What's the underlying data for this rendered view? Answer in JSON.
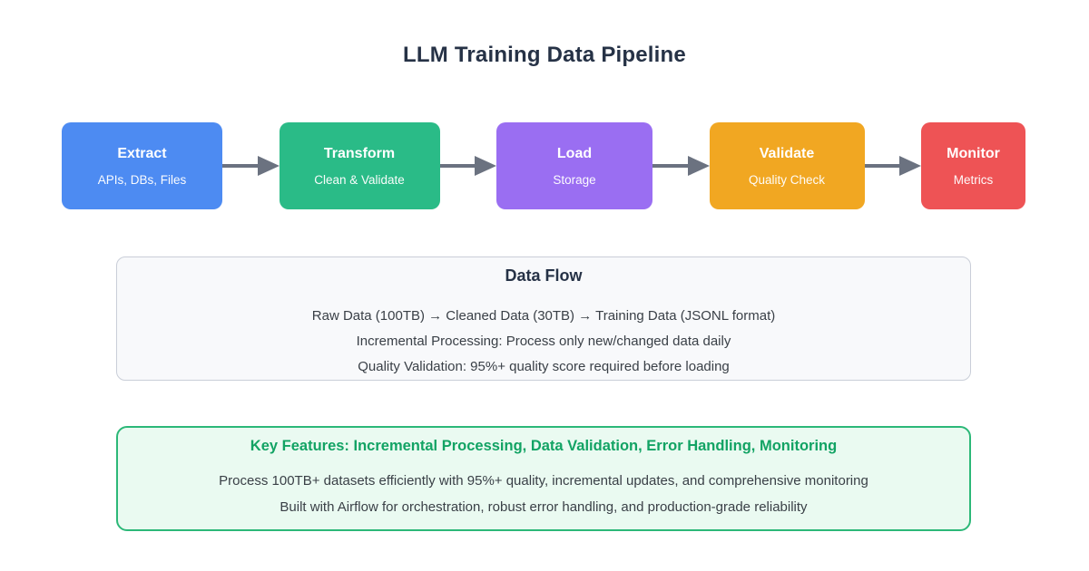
{
  "page": {
    "title": "LLM Training Data Pipeline",
    "background_color": "#ffffff",
    "title_color": "#263246"
  },
  "pipeline": {
    "arrow_color": "#6b7280",
    "stages": [
      {
        "label": "Extract",
        "sublabel": "APIs, DBs, Files",
        "color": "#4d8bf2"
      },
      {
        "label": "Transform",
        "sublabel": "Clean & Validate",
        "color": "#2abb87"
      },
      {
        "label": "Load",
        "sublabel": "Storage",
        "color": "#9a6ef2"
      },
      {
        "label": "Validate",
        "sublabel": "Quality Check",
        "color": "#f1a722"
      },
      {
        "label": "Monitor",
        "sublabel": "Metrics",
        "color": "#ee5355"
      }
    ]
  },
  "data_flow": {
    "title": "Data Flow",
    "lines": [
      "Raw Data (100TB) → Cleaned Data (30TB) → Training Data (JSONL format)",
      "Incremental Processing: Process only new/changed data daily",
      "Quality Validation: 95%+ quality score required before loading"
    ],
    "background_color": "#f8f9fb",
    "border_color": "#c9ced8",
    "title_color": "#263246",
    "text_color": "#3a4047"
  },
  "key_features": {
    "title": "Key Features: Incremental Processing, Data Validation, Error Handling, Monitoring",
    "lines": [
      "Process 100TB+ datasets efficiently with 95%+ quality, incremental updates, and comprehensive monitoring",
      "Built with Airflow for orchestration, robust error handling, and production-grade reliability"
    ],
    "background_color": "#eafaf1",
    "border_color": "#2cb878",
    "title_color": "#12a364",
    "text_color": "#3a4047"
  }
}
